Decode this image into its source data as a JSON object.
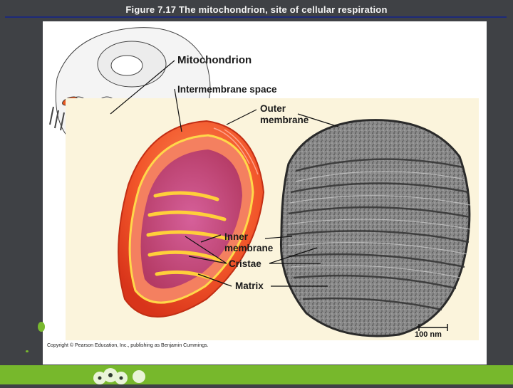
{
  "slide": {
    "title": "Figure 7.17  The mitochondrion, site of cellular respiration"
  },
  "figure": {
    "labels": {
      "mitochondrion": "Mitochondrion",
      "intermembrane_space": "Intermembrane space",
      "outer_membrane": "Outer\nmembrane",
      "inner_membrane": "Inner\nmembrane",
      "cristae": "Cristae",
      "matrix": "Matrix"
    },
    "scale_bar": "100 nm",
    "copyright": "Copyright © Pearson Education, Inc., publishing as Benjamin Cummings."
  },
  "colors": {
    "background": "#3f4145",
    "title_rule": "#1d2a7a",
    "accent_green": "#77b82c",
    "mito_outer": "#f2562a",
    "mito_inner": "#c9457a"
  }
}
